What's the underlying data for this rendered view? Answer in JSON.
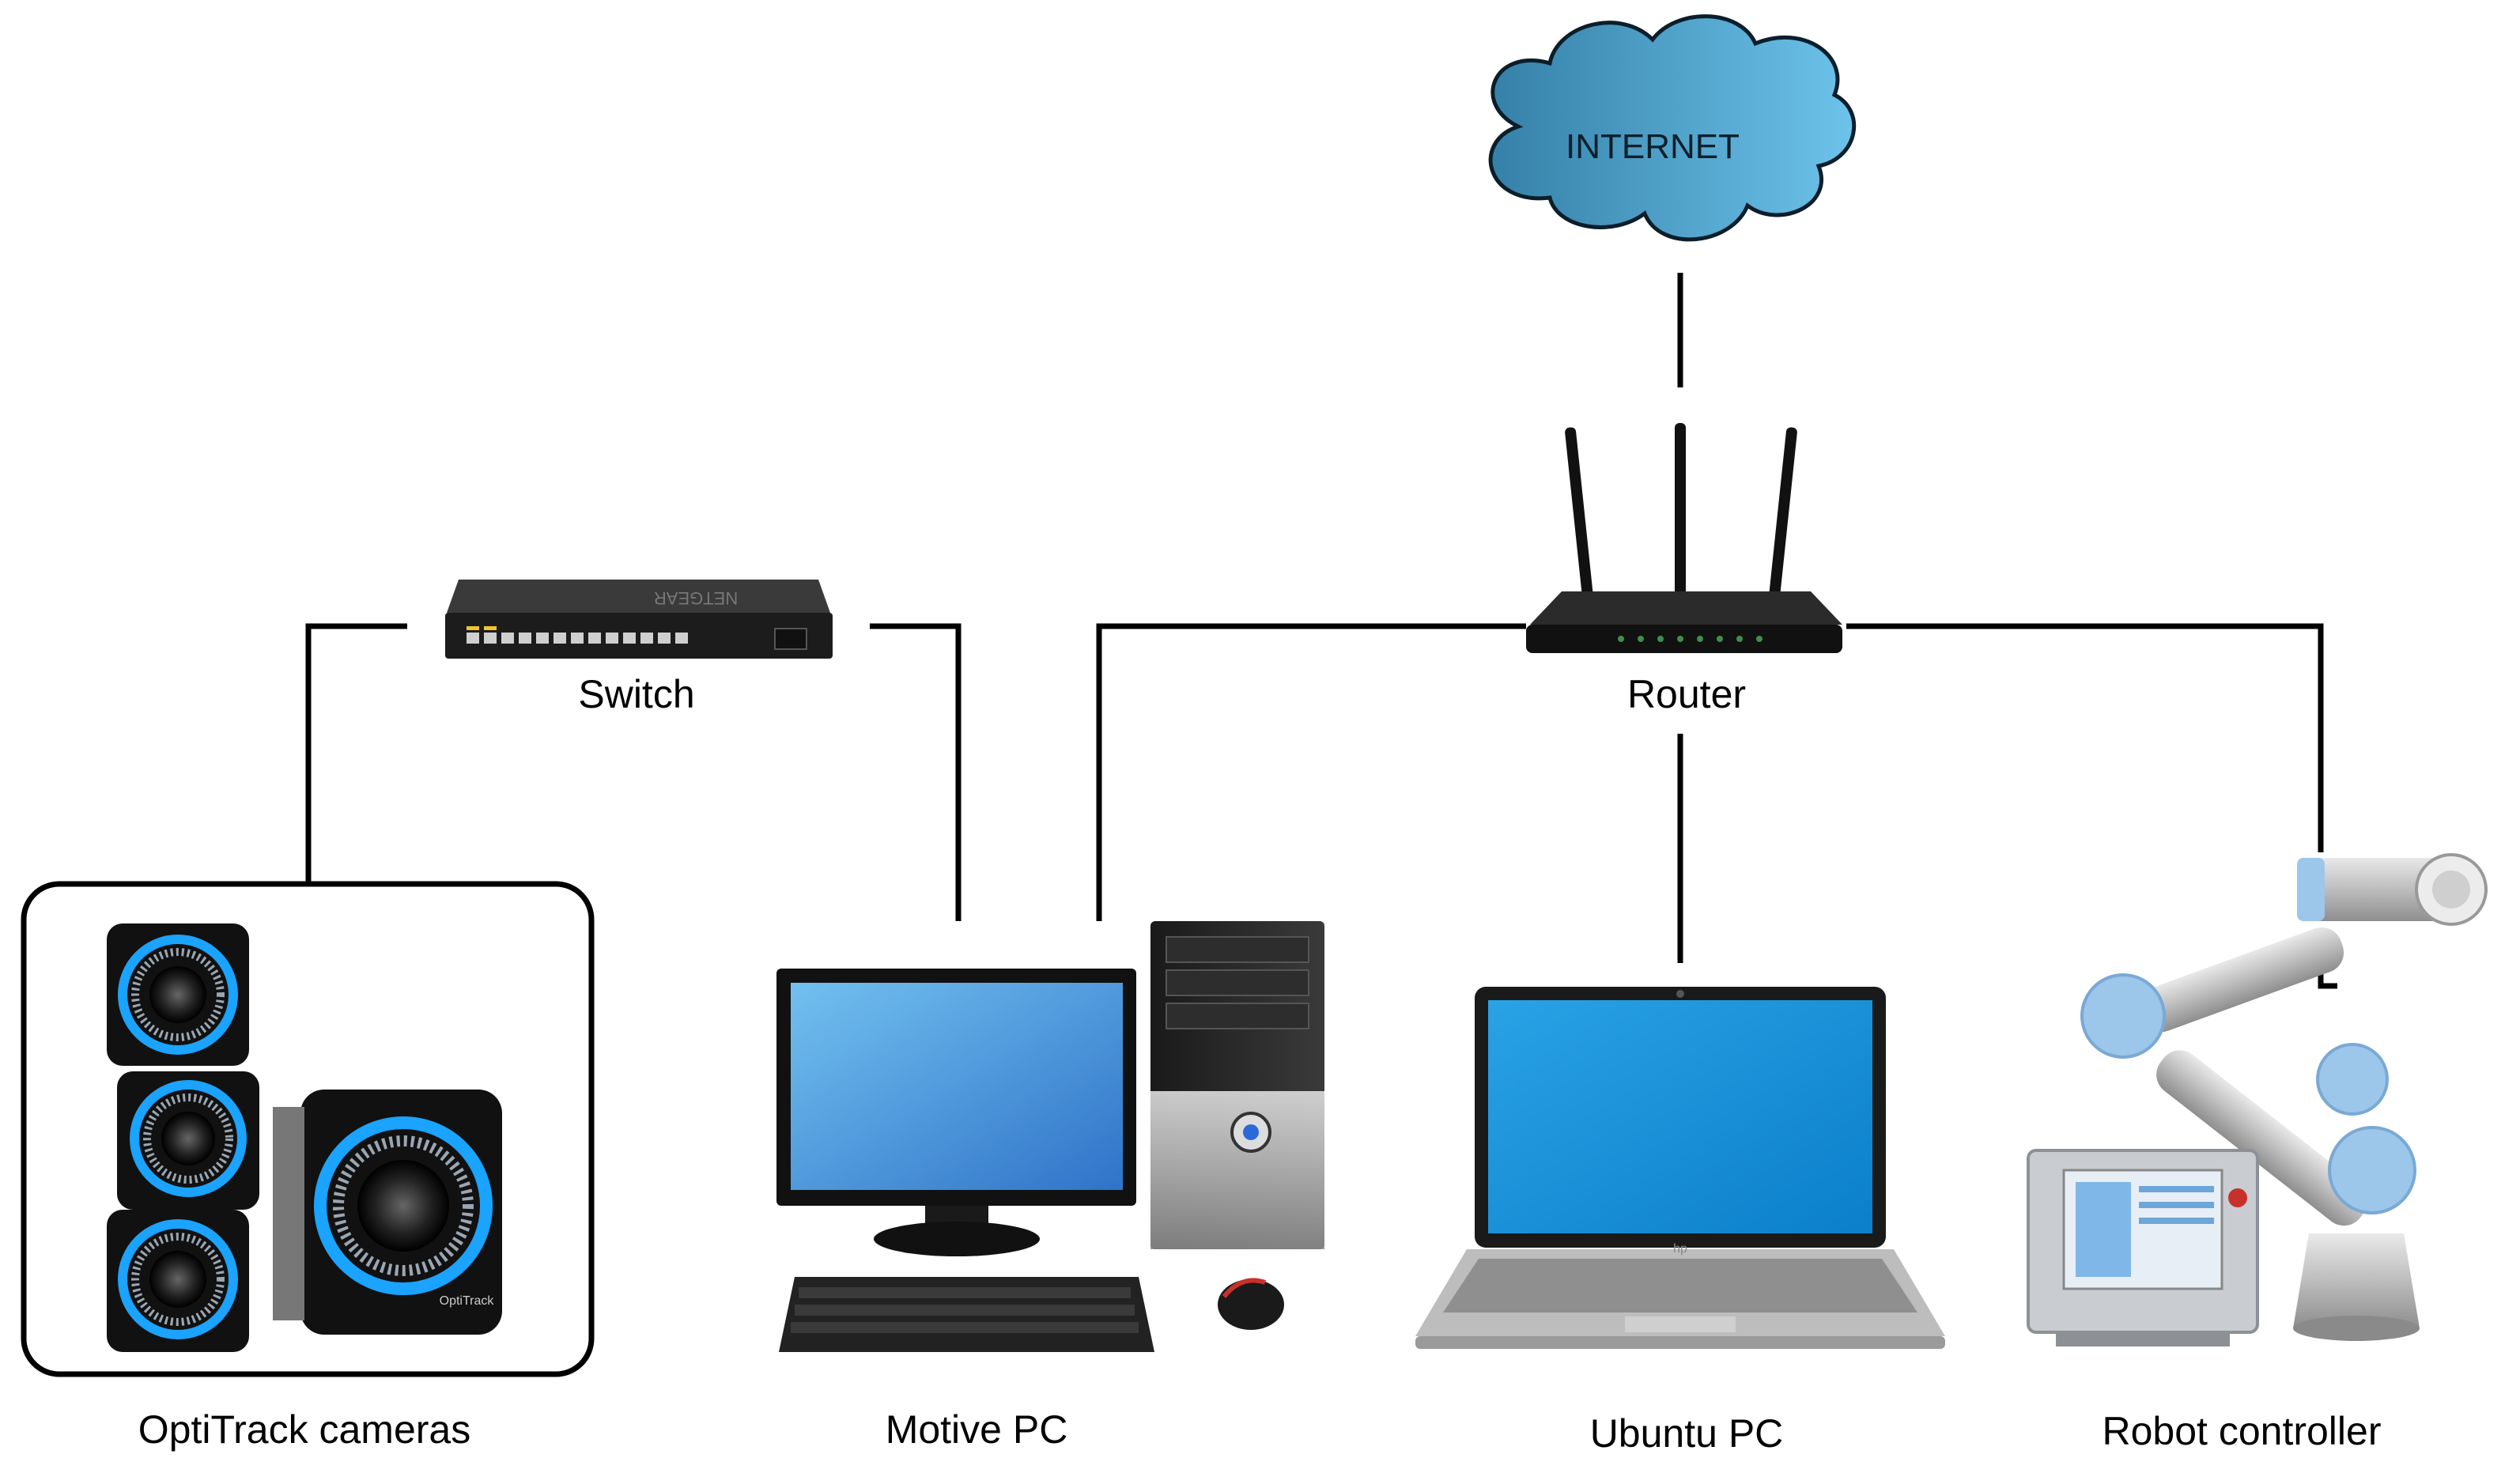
{
  "diagram": {
    "internet_label": "INTERNET",
    "router_label": "Router",
    "switch_label": "Switch",
    "switch_brand": "NETGEAR",
    "motive_pc_label": "Motive PC",
    "ubuntu_pc_label": "Ubuntu PC",
    "robot_label": "Robot controller",
    "cameras_label": "OptiTrack cameras",
    "camera_brand": "OptiTrack",
    "laptop_logo": "hp"
  },
  "colors": {
    "cloud": "#4a9cc4",
    "monitor_screen": "#3d89d8",
    "laptop_screen": "#1f8fd8",
    "camera_ring": "#1aa3ff",
    "robot_joint": "#9cc6ea"
  }
}
